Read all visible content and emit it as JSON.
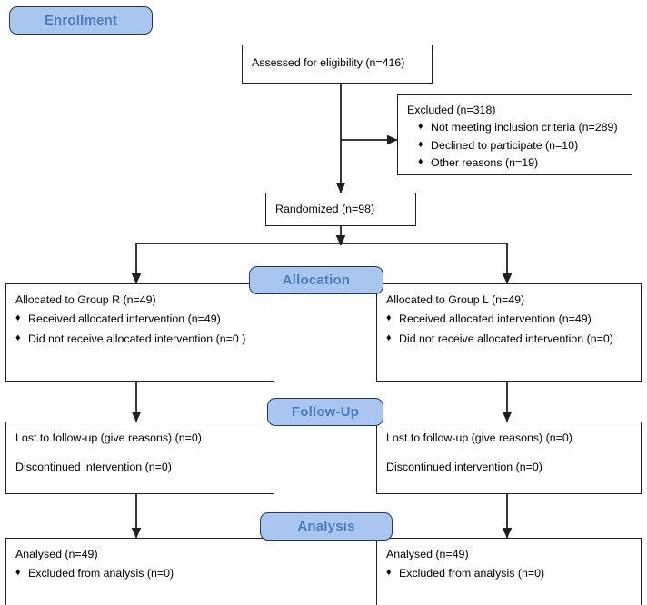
{
  "diagram": {
    "title": "CONSORT participant flow diagram",
    "colors": {
      "banner_fill": "#a9c6f0",
      "banner_border": "#1f3864",
      "banner_text": "#4a7ebb",
      "box_border": "#231f20",
      "box_fill": "#ffffff",
      "connector": "#231f20",
      "page_background": "#ffffff"
    },
    "bullet_glyph": "♦"
  },
  "banners": {
    "enrollment": "Enrollment",
    "allocation": "Allocation",
    "followup": "Follow-Up",
    "analysis": "Analysis"
  },
  "boxes": {
    "assessed": {
      "lines": [
        "Assessed for eligibility (n=416)"
      ]
    },
    "excluded": {
      "heading": "Excluded (n=318)",
      "bullets": [
        "Not meeting inclusion criteria (n=289)",
        "Declined to participate (n=10)",
        "Other reasons (n=19)"
      ]
    },
    "randomized": {
      "lines": [
        "Randomized (n=98)"
      ]
    },
    "allocated_left": {
      "heading": "Allocated to Group R (n=49)",
      "bullets": [
        "Received allocated intervention (n=49)",
        "Did not receive allocated intervention (n=0 )"
      ]
    },
    "allocated_right": {
      "heading": "Allocated to Group L (n=49)",
      "bullets": [
        "Received allocated intervention (n=49)",
        "Did not receive allocated intervention (n=0)"
      ]
    },
    "followup_left": {
      "lines": [
        "Lost to follow-up (give reasons) (n=0)",
        "Discontinued intervention (n=0)"
      ]
    },
    "followup_right": {
      "lines": [
        "Lost to follow-up (give reasons) (n=0)",
        "Discontinued intervention (n=0)"
      ]
    },
    "analysis_left": {
      "heading": "Analysed (n=49)",
      "bullets": [
        "Excluded from analysis (n=0)"
      ]
    },
    "analysis_right": {
      "heading": "Analysed (n=49)",
      "bullets": [
        "Excluded from analysis (n=0)"
      ]
    }
  }
}
